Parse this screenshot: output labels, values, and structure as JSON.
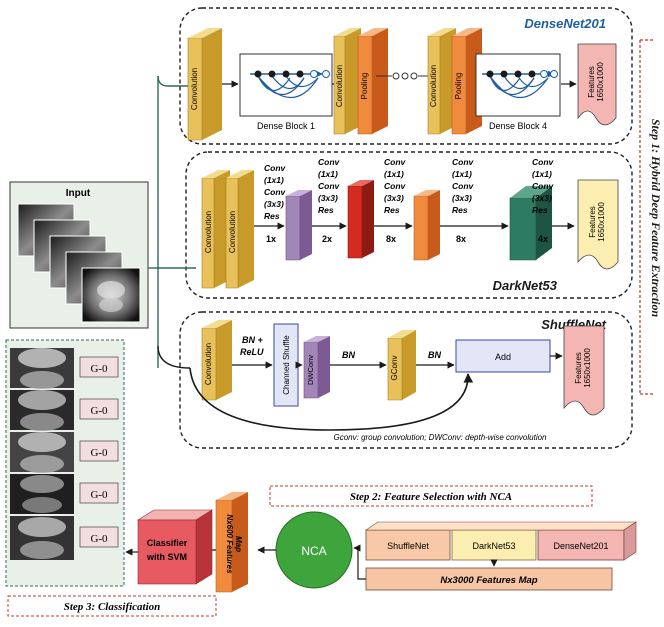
{
  "input": {
    "label": "Input"
  },
  "densenet": {
    "title": "DenseNet201",
    "conv1": "Convolution",
    "block1": "Dense Block 1",
    "conv2": "Convolution",
    "pool2": "Pooling",
    "conv3": "Convolution",
    "pool3": "Pooling",
    "block4": "Dense Block 4",
    "features": [
      "Features",
      "1650x1000"
    ]
  },
  "darknet": {
    "title": "DarkNet53",
    "conv1": "Convolution",
    "conv2": "Convolution",
    "stages": [
      {
        "lines": [
          "Conv",
          "(1x1)",
          "Conv",
          "(3x3)",
          "Res"
        ],
        "mult": "1x"
      },
      {
        "lines": [
          "Conv",
          "(1x1)",
          "Conv",
          "(3x3)",
          "Res"
        ],
        "mult": "2x"
      },
      {
        "lines": [
          "Conv",
          "(1x1)",
          "Conv",
          "(3x3)",
          "Res"
        ],
        "mult": "8x"
      },
      {
        "lines": [
          "Conv",
          "(1x1)",
          "Conv",
          "(3x3)",
          "Res"
        ],
        "mult": "8x"
      },
      {
        "lines": [
          "Conv",
          "(1x1)",
          "Conv",
          "(3x3)",
          "Res"
        ],
        "mult": "4x"
      }
    ],
    "features": [
      "Features",
      "1650x1000"
    ]
  },
  "shufflenet": {
    "title": "ShuffleNet",
    "conv": "Convolution",
    "bn_relu": [
      "BN +",
      "ReLU"
    ],
    "shuffle": "Channed Shuffle",
    "dwconv": "DWConv",
    "bn1": "BN",
    "gconv": "GConv",
    "bn2": "BN",
    "add": "Add",
    "features": [
      "Features",
      "1650x1000"
    ],
    "note": "Gconv: group convolution; DWConv: depth-wise convolution"
  },
  "step1": "Step 1: Hybrid Deep Feature Extraction",
  "step2": "Step 2: Feature Selection with NCA",
  "step3": "Step 3: Classification",
  "fusion": {
    "items": [
      "ShuffleNet",
      "DarkNet53",
      "DenseNet201"
    ],
    "map": "Nx3000 Features Map"
  },
  "nca": "NCA",
  "selected": [
    "Nx600 Features",
    "Map"
  ],
  "classifier": [
    "Classifier",
    "with SVM"
  ],
  "grades": [
    "G-0",
    "G-0",
    "G-0",
    "G-0",
    "G-0"
  ],
  "colors": {
    "gold": "#e8c15a",
    "orange": "#f08a3c",
    "purple": "#a386b8",
    "red": "#d42a1f",
    "teal": "#2e7b63",
    "pink": "#f4b6b2",
    "salmon": "#f8c9a8",
    "stepRed": "#c0392b",
    "panelGreen": "#e8f0e8"
  }
}
